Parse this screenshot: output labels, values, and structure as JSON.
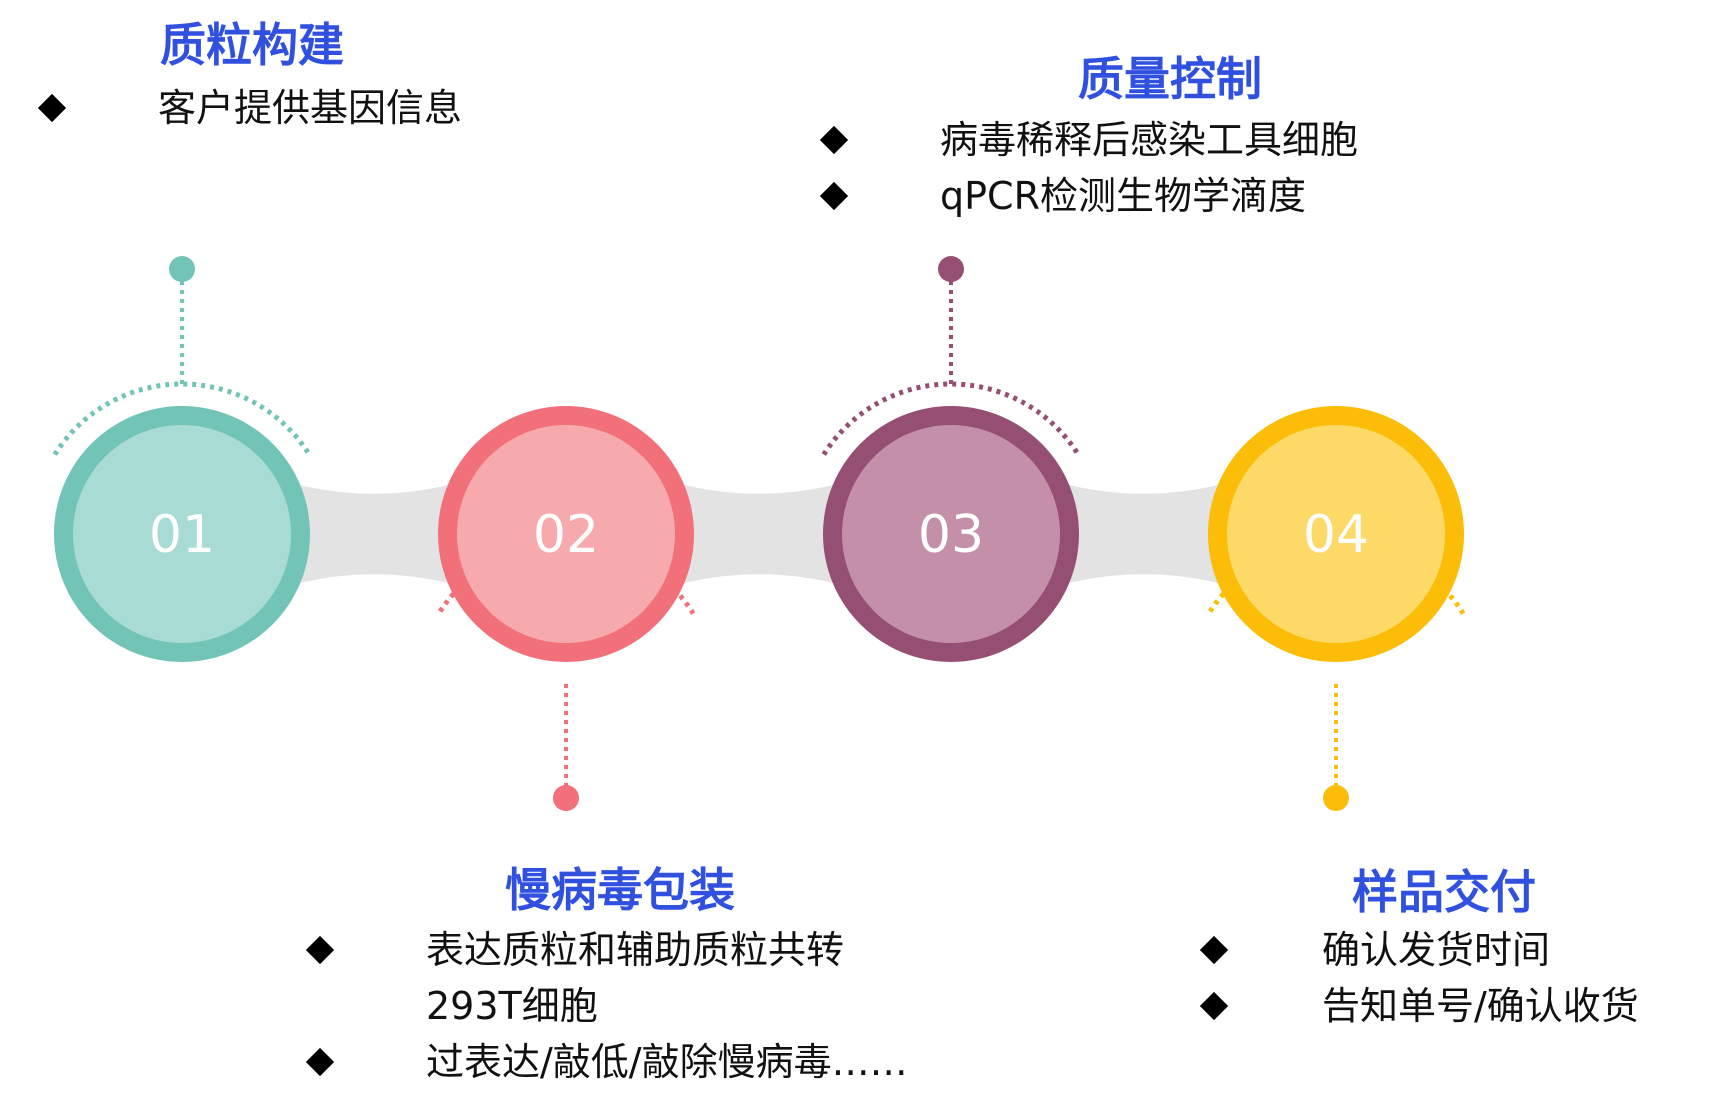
{
  "colors": {
    "connector": "#e3e3e3",
    "title": "#3050e0",
    "bullet": "#000000"
  },
  "steps": [
    {
      "number": "01",
      "title": "质粒构建",
      "ring_color": "#72c4b6",
      "fill_color": "#a8dbd3",
      "bullets": [
        "客户提供基因信息"
      ]
    },
    {
      "number": "02",
      "title": "慢病毒包装",
      "ring_color": "#f1707a",
      "fill_color": "#f7aaae",
      "bullets": [
        "表达质粒和辅助质粒共转293T细胞",
        "过表达/敲低/敲除慢病毒……"
      ]
    },
    {
      "number": "03",
      "title": "质量控制",
      "ring_color": "#954f72",
      "fill_color": "#c48fa9",
      "bullets": [
        "病毒稀释后感染工具细胞",
        "qPCR检测生物学滴度"
      ]
    },
    {
      "number": "04",
      "title": "样品交付",
      "ring_color": "#fbbd08",
      "fill_color": "#fdd968",
      "bullets": [
        "确认发货时间",
        "告知单号/确认收货"
      ]
    }
  ]
}
